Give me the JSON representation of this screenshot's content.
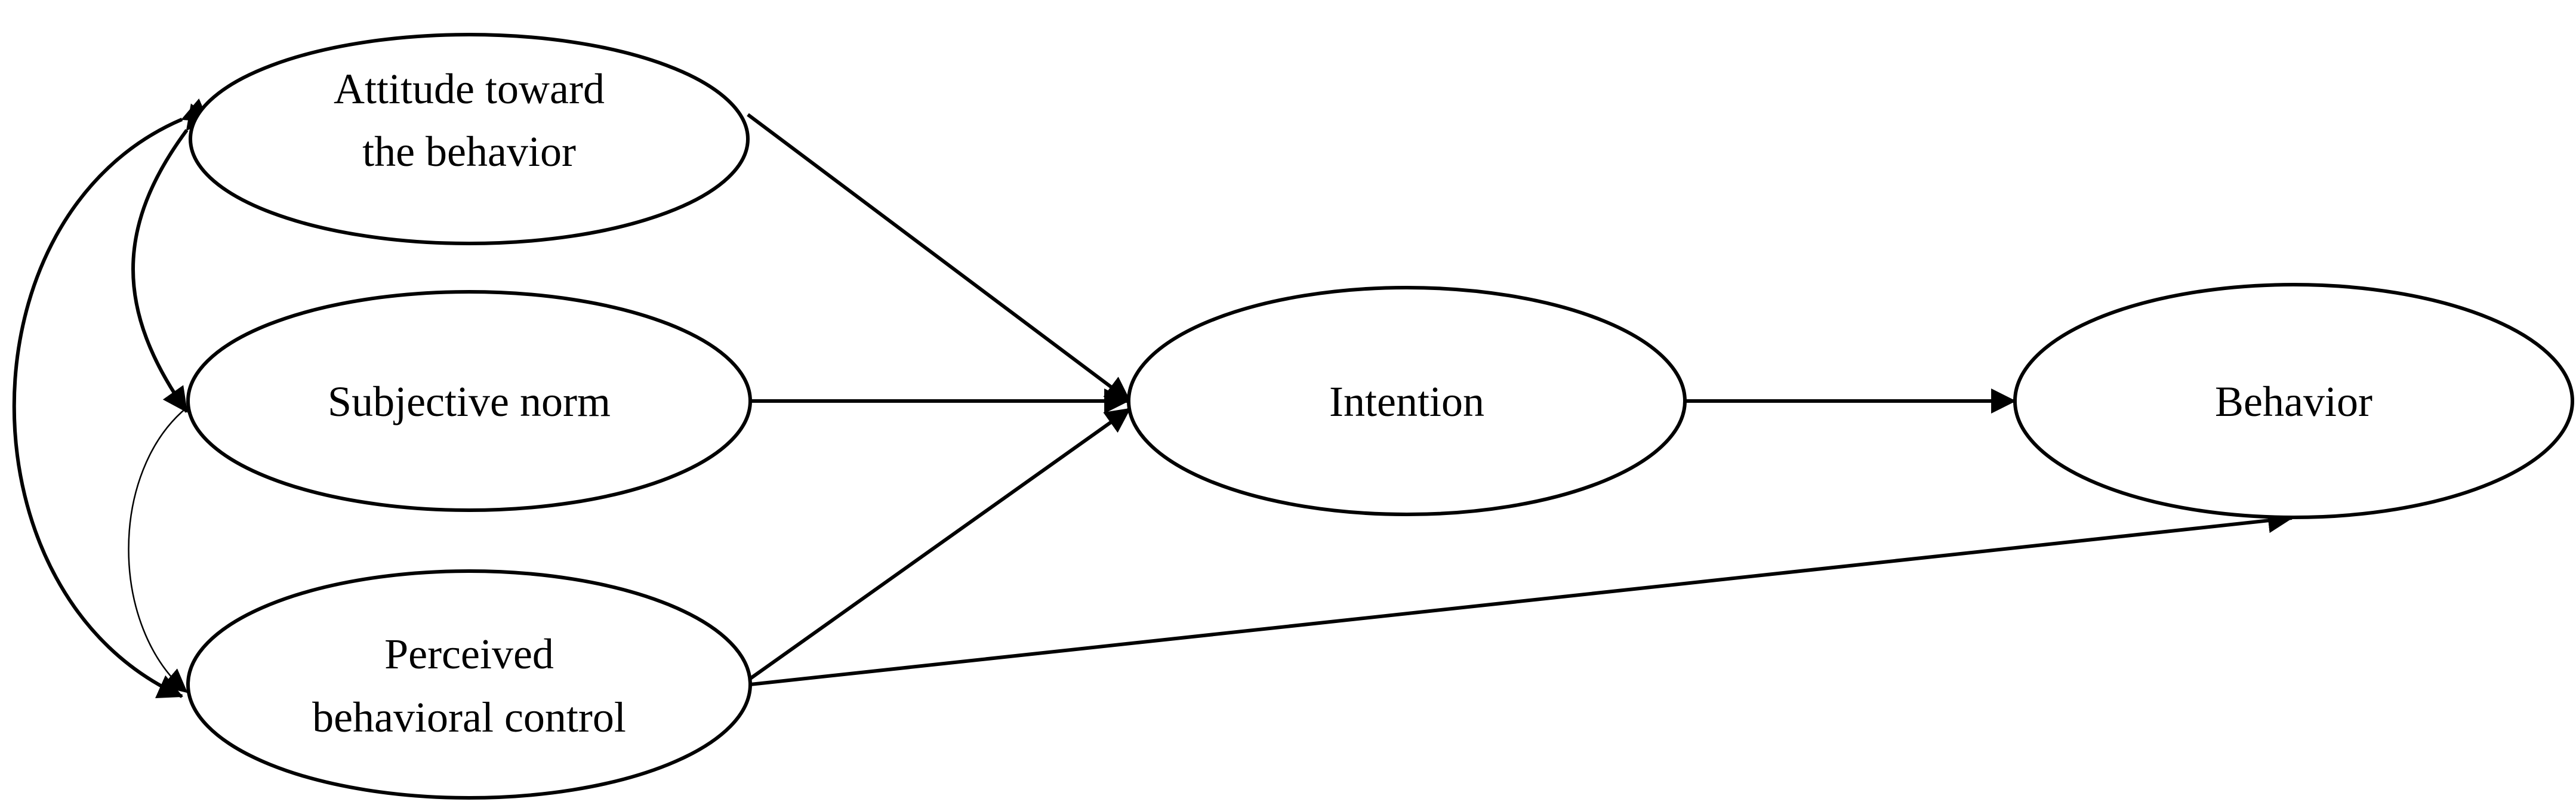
{
  "nodes": {
    "attitude": {
      "lines": [
        "Attitude toward",
        "the behavior"
      ]
    },
    "subjective_norm": {
      "lines": [
        "Subjective norm"
      ]
    },
    "perceived_control": {
      "lines": [
        "Perceived",
        "behavioral control"
      ]
    },
    "intention": {
      "lines": [
        "Intention"
      ]
    },
    "behavior": {
      "lines": [
        "Behavior"
      ]
    }
  },
  "edges": [
    {
      "from": "Attitude toward the behavior",
      "to": "Intention",
      "type": "directed"
    },
    {
      "from": "Subjective norm",
      "to": "Intention",
      "type": "directed"
    },
    {
      "from": "Perceived behavioral control",
      "to": "Intention",
      "type": "directed"
    },
    {
      "from": "Intention",
      "to": "Behavior",
      "type": "directed"
    },
    {
      "from": "Perceived behavioral control",
      "to": "Behavior",
      "type": "directed"
    },
    {
      "from": "Attitude toward the behavior",
      "to": "Subjective norm",
      "type": "bidirectional"
    },
    {
      "from": "Subjective norm",
      "to": "Perceived behavioral control",
      "type": "bidirectional"
    },
    {
      "from": "Attitude toward the behavior",
      "to": "Perceived behavioral control",
      "type": "bidirectional"
    }
  ],
  "colors": {
    "stroke": "#000000",
    "background": "#ffffff"
  }
}
